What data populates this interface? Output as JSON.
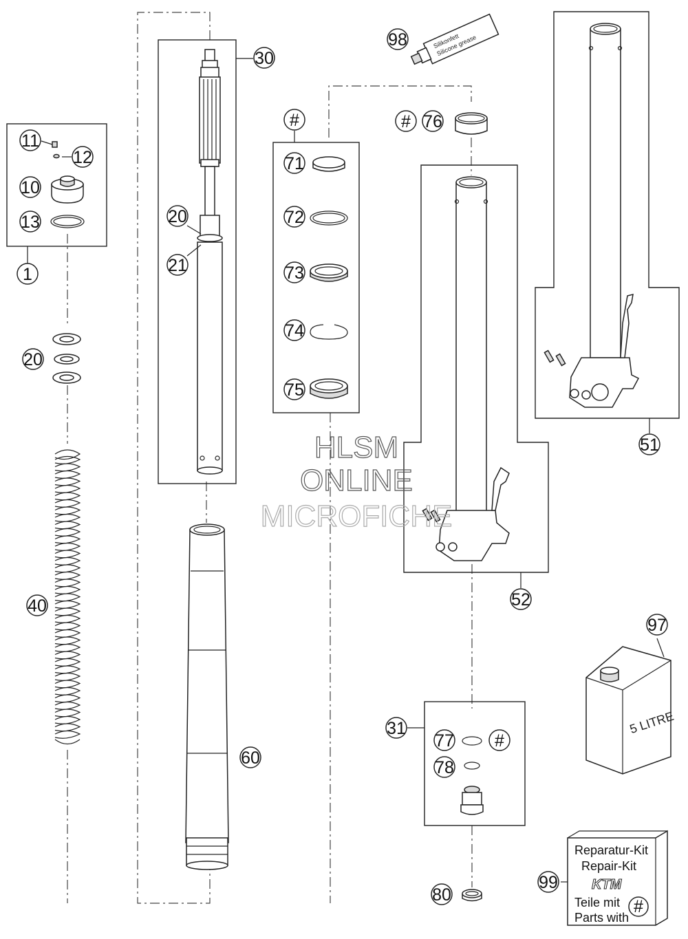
{
  "callouts": {
    "c1": "1",
    "c10": "10",
    "c11": "11",
    "c12": "12",
    "c13": "13",
    "c20a": "20",
    "c20b": "20",
    "c21": "21",
    "c30": "30",
    "c31": "31",
    "c40": "40",
    "c51": "51",
    "c52": "52",
    "c60": "60",
    "c71": "71",
    "c72": "72",
    "c73": "73",
    "c74": "74",
    "c75": "75",
    "c76": "76",
    "c77": "77",
    "c78": "78",
    "c80": "80",
    "c97": "97",
    "c98": "98",
    "c99": "99",
    "hash_kit": "#",
    "hash_76": "#",
    "hash_77": "#",
    "hash_box": "#"
  },
  "grease_tube": {
    "line1": "Silikonfett",
    "line2": "Silicone grease"
  },
  "oil_can": {
    "label": "5 LITRE"
  },
  "repair_kit": {
    "line1": "Reparatur-Kit",
    "line2": "Repair-Kit",
    "brand": "KTM",
    "line3": "Teile mit",
    "line4": "Parts with"
  },
  "watermark": {
    "line1": "HLSM",
    "line2": "ONLINE",
    "line3": "MICROFICHE"
  },
  "colors": {
    "ink": "#222222",
    "background": "#ffffff"
  }
}
